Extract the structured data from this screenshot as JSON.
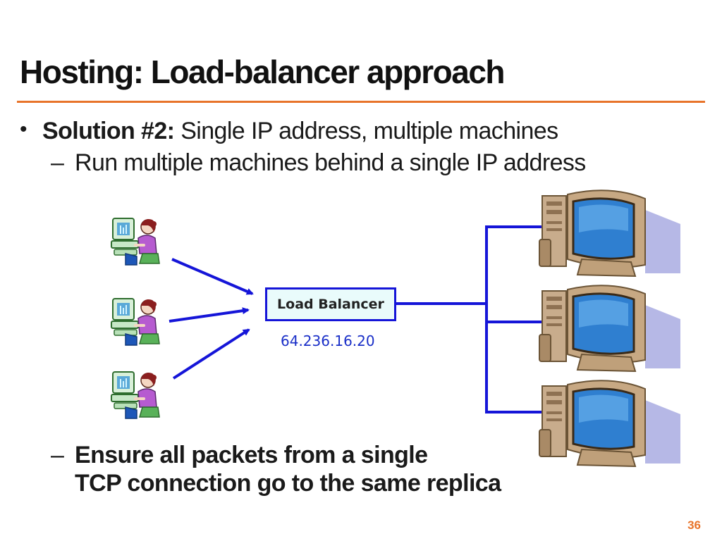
{
  "title": "Hosting: Load-balancer approach",
  "bullets": {
    "main_bold": "Solution #2:",
    "main_rest": " Single IP address, multiple machines",
    "sub1": "Run multiple machines behind a single IP address",
    "sub2_line1": "Ensure all packets from a single",
    "sub2_line2": "TCP connection go to the same replica",
    "dash": "–",
    "dot": "•"
  },
  "diagram": {
    "load_balancer_label": "Load Balancer",
    "ip_address": "64.236.16.20",
    "client_count": 3,
    "server_count": 3,
    "colors": {
      "lines": "#1515d8",
      "accent": "#e8742a",
      "lb_fill": "#e9fbfb"
    },
    "icons": [
      "user-at-computer-icon",
      "server-computer-icon"
    ]
  },
  "page_number": "36"
}
